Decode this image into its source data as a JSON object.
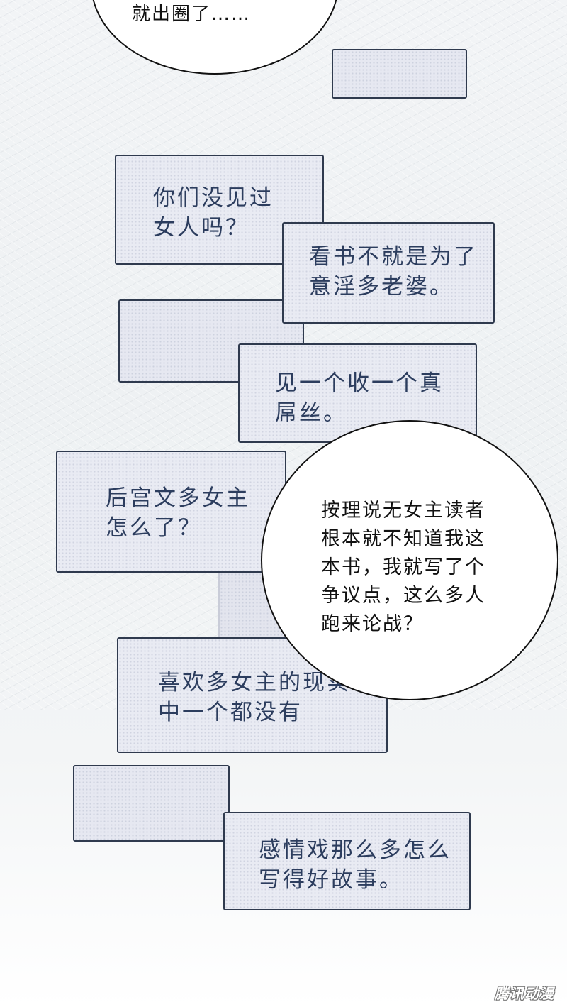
{
  "top_bubble": {
    "text": "就出圈了……"
  },
  "comments": {
    "c1": {
      "line1": "你们没见过",
      "line2": "女人吗？"
    },
    "c2": {
      "line1": "看书不就是为了",
      "line2": "意淫多老婆。"
    },
    "c3": {
      "line1": "见一个收一个真",
      "line2": "屌丝。"
    },
    "c4": {
      "line1": "后宫文多女主",
      "line2": "怎么了？"
    },
    "c5": {
      "line1": "喜欢多女主的现实",
      "line2": "中一个都没有"
    },
    "c6": {
      "line1": "感情戏那么多怎么",
      "line2": "写得好故事。"
    }
  },
  "main_bubble": {
    "text": "按理说无女主读者\n根本就不知道我这\n本书，我就写了个\n争议点，这么多人\n跑来论战？"
  },
  "watermark": {
    "text": "腾讯动漫"
  }
}
